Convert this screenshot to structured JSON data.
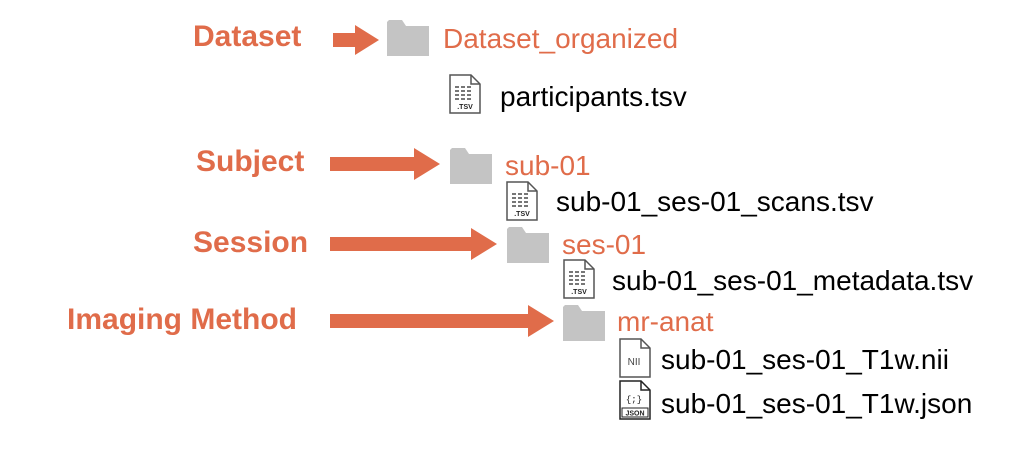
{
  "levels": {
    "dataset": "Dataset",
    "subject": "Subject",
    "session": "Session",
    "imaging_method": "Imaging Method"
  },
  "folders": {
    "dataset_organized": "Dataset_organized",
    "sub_01": "sub-01",
    "ses_01": "ses-01",
    "mr_anat": "mr-anat"
  },
  "files": {
    "participants": {
      "name": "participants.tsv",
      "icon_text": ".TSV"
    },
    "scans": {
      "name": "sub-01_ses-01_scans.tsv",
      "icon_text": ".TSV"
    },
    "metadata": {
      "name": "sub-01_ses-01_metadata.tsv",
      "icon_text": ".TSV"
    },
    "t1w_nii": {
      "name": "sub-01_ses-01_T1w.nii",
      "icon_text": "NII"
    },
    "t1w_json": {
      "name": "sub-01_ses-01_T1w.json",
      "icon_text": "JSON",
      "icon_glyph": "{;}"
    }
  },
  "colors": {
    "accent": "#e06c4a",
    "folder": "#c4c4c4",
    "text": "#000000"
  }
}
